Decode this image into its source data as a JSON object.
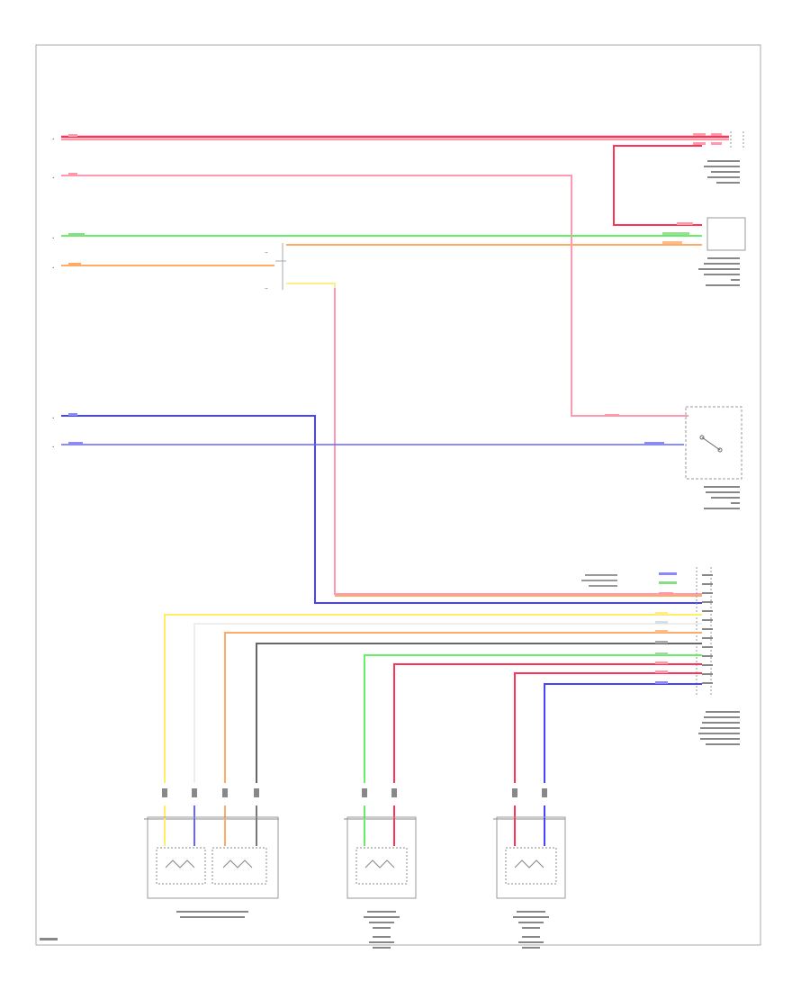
{
  "diagram": {
    "footer_code": "",
    "colors": {
      "red": "#ff3355",
      "pink": "#ff99b3",
      "green": "#66ee66",
      "light_green": "#99ff99",
      "orange": "#ffaa66",
      "yellow": "#ffee66",
      "blue": "#4444ff",
      "gray": "#666666",
      "light_gray": "#dddddd",
      "frame": "#999999"
    },
    "components": [
      {
        "id": "instrument-panel-fuse-block",
        "label": ""
      },
      {
        "id": "seat-heater-module",
        "label": ""
      },
      {
        "id": "parking-brake-switch",
        "label": ""
      },
      {
        "id": "seat-control-module",
        "label": ""
      },
      {
        "id": "seat-heater-element-pair",
        "label": ""
      },
      {
        "id": "left-seat-heater",
        "label": ""
      },
      {
        "id": "right-seat-heater",
        "label": ""
      }
    ]
  }
}
